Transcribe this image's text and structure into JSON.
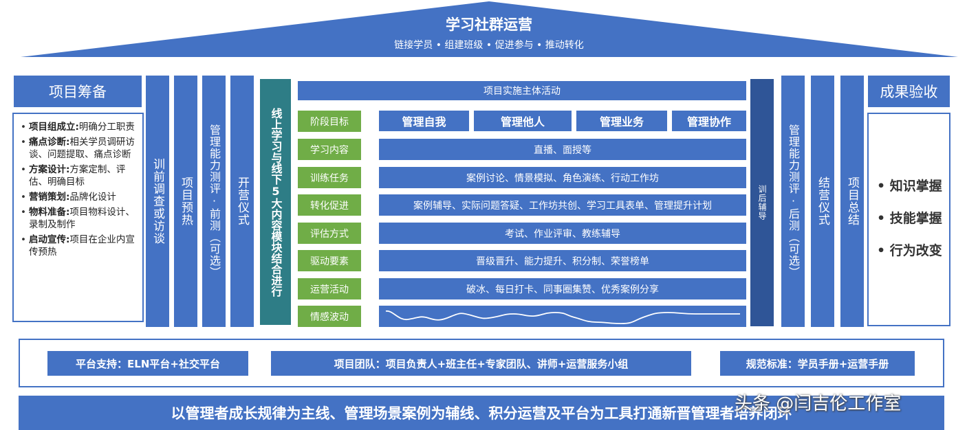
{
  "roof": {
    "title": "学习社群运营",
    "subtitle": "链接学员 • 组建班级 • 促进参与 • 推动转化"
  },
  "preparation": {
    "header": "项目筹备",
    "items": [
      {
        "term": "项目组成立:",
        "desc": "明确分工职责"
      },
      {
        "term": "痛点诊断:",
        "desc": "相关学员调研访谈、问题提取、痛点诊断"
      },
      {
        "term": "方案设计:",
        "desc": "方案定制、评估、明确目标"
      },
      {
        "term": "营销策划:",
        "desc": "品牌化设计"
      },
      {
        "term": "物料准备:",
        "desc": "项目物料设计、录制及制作"
      },
      {
        "term": "启动宣传:",
        "desc": "项目在企业内宣传预热"
      }
    ]
  },
  "left_bars": [
    "训前调查或访谈",
    "项目预热",
    "管理能力测评·前测（可选）",
    "开营仪式"
  ],
  "online_bar": "线上学习与线下5大内容模块结合进行",
  "main": {
    "header": "项目实施主体活动",
    "stage_goal_label": "阶段目标",
    "goals": [
      "管理自我",
      "管理他人",
      "管理业务",
      "管理协作"
    ],
    "rows": [
      {
        "label": "学习内容",
        "content": "直播、面授等"
      },
      {
        "label": "训练任务",
        "content": "案例讨论、情景模拟、角色演练、行动工作坊"
      },
      {
        "label": "转化促进",
        "content": "案例辅导、实际问题答疑、工作坊共创、学习工具表单、管理提升计划"
      },
      {
        "label": "评估方式",
        "content": "考试、作业评审、教练辅导"
      },
      {
        "label": "驱动要素",
        "content": "晋级晋升、能力提升、积分制、荣誉榜单"
      },
      {
        "label": "运营活动",
        "content": "破冰、每日打卡、同事圈集赞、优秀案例分享"
      }
    ],
    "emotion_label": "情感波动"
  },
  "right_bars": [
    "训后辅导",
    "管理能力测评·后测（可选）",
    "结营仪式",
    "项目总结"
  ],
  "results": {
    "header": "成果验收",
    "items": [
      "• 知识掌握",
      "• 技能掌握",
      "• 行为改变"
    ]
  },
  "support": {
    "platform": "平台支持：ELN平台+社交平台",
    "team": "项目团队：项目负责人+班主任+专家团队、讲师+运营服务小组",
    "standard": "规范标准：学员手册+运营手册"
  },
  "banner": "以管理者成长规律为主线、管理场景案例为辅线、积分运营及平台为工具打通新晋管理者培养闭环",
  "watermark": "头条 @闫吉伦工作室",
  "colors": {
    "primary": "#4472c4",
    "navy": "#2f5597",
    "teal": "#2e7d86",
    "green": "#70ad47",
    "steel": "#2e75b6"
  }
}
